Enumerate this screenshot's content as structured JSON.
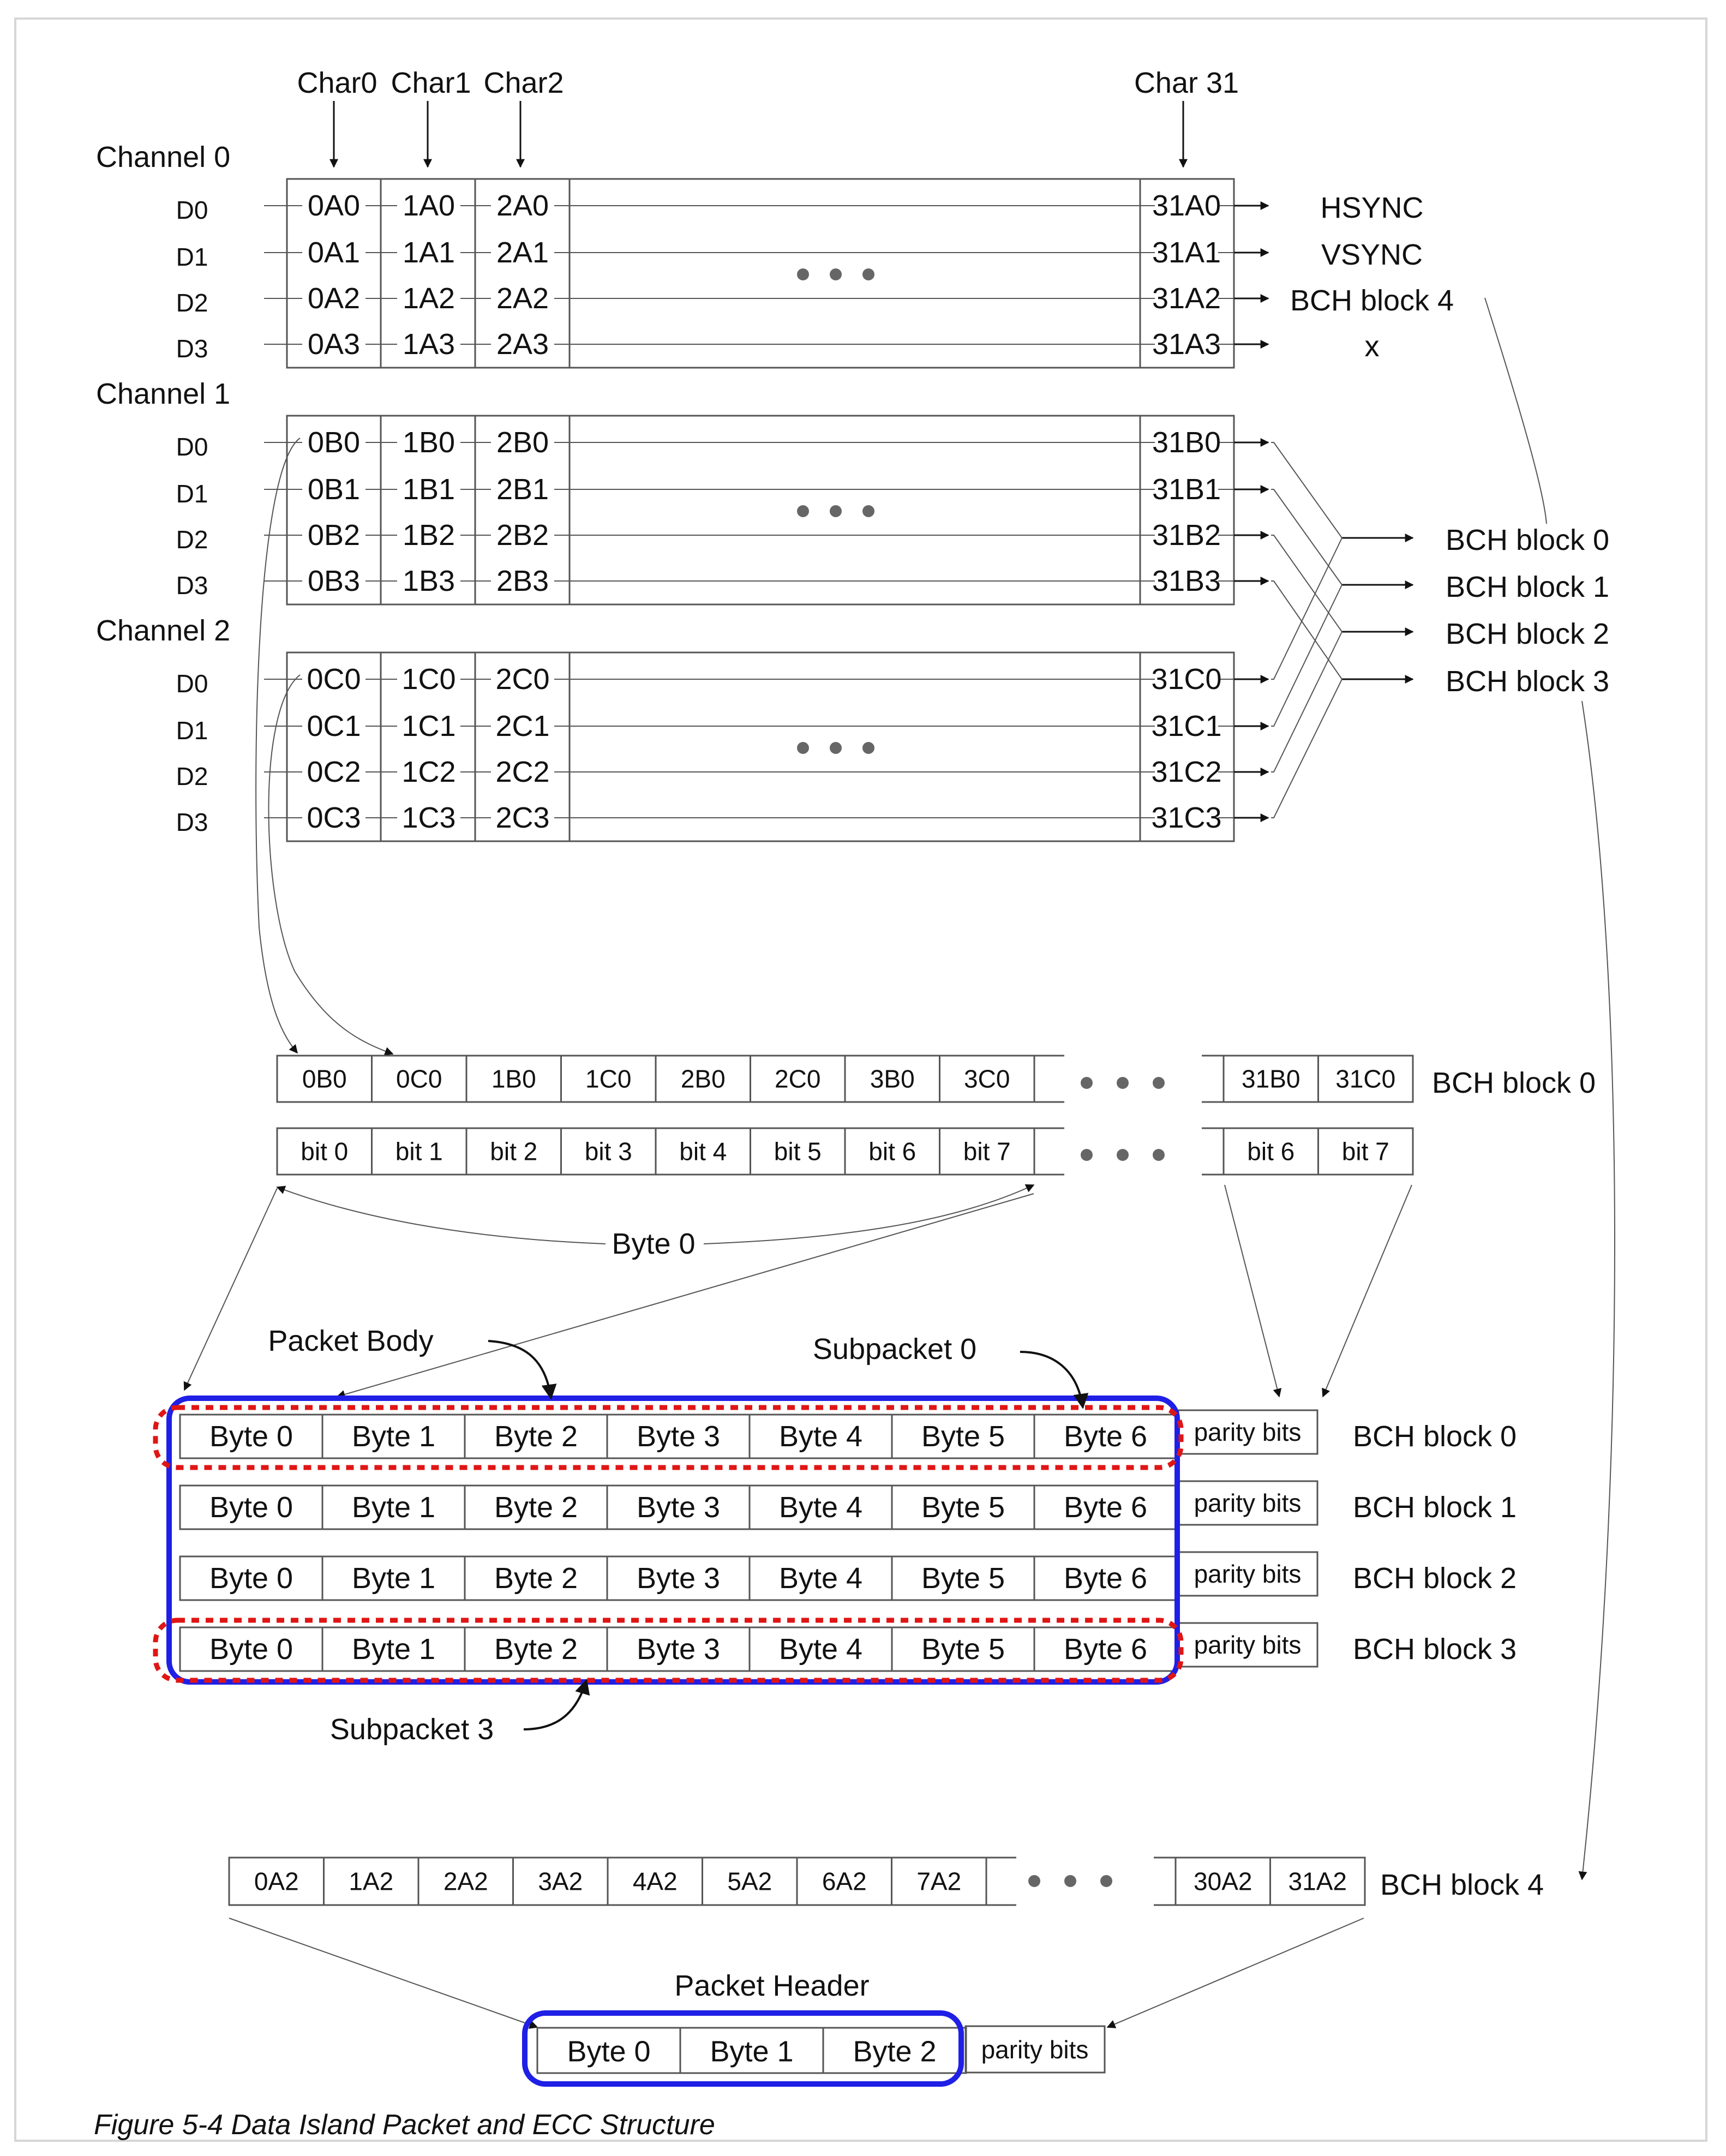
{
  "char_labels": [
    "Char0",
    "Char1",
    "Char2",
    "Char 31"
  ],
  "channels": [
    {
      "name": "Channel 0",
      "lines": [
        "D0",
        "D1",
        "D2",
        "D3"
      ],
      "rows": [
        [
          "0A0",
          "1A0",
          "2A0",
          "31A0"
        ],
        [
          "0A1",
          "1A1",
          "2A1",
          "31A1"
        ],
        [
          "0A2",
          "1A2",
          "2A2",
          "31A2"
        ],
        [
          "0A3",
          "1A3",
          "2A3",
          "31A3"
        ]
      ],
      "outputs": [
        "HSYNC",
        "VSYNC",
        "BCH block 4",
        "x"
      ]
    },
    {
      "name": "Channel 1",
      "lines": [
        "D0",
        "D1",
        "D2",
        "D3"
      ],
      "rows": [
        [
          "0B0",
          "1B0",
          "2B0",
          "31B0"
        ],
        [
          "0B1",
          "1B1",
          "2B1",
          "31B1"
        ],
        [
          "0B2",
          "1B2",
          "2B2",
          "31B2"
        ],
        [
          "0B3",
          "1B3",
          "2B3",
          "31B3"
        ]
      ]
    },
    {
      "name": "Channel 2",
      "lines": [
        "D0",
        "D1",
        "D2",
        "D3"
      ],
      "rows": [
        [
          "0C0",
          "1C0",
          "2C0",
          "31C0"
        ],
        [
          "0C1",
          "1C1",
          "2C1",
          "31C1"
        ],
        [
          "0C2",
          "1C2",
          "2C2",
          "31C2"
        ],
        [
          "0C3",
          "1C3",
          "2C3",
          "31C3"
        ]
      ]
    }
  ],
  "bch_outputs": [
    "BCH block 0",
    "BCH block 1",
    "BCH block 2",
    "BCH block 3"
  ],
  "bch0_row": {
    "cells": [
      "0B0",
      "0C0",
      "1B0",
      "1C0",
      "2B0",
      "2C0",
      "3B0",
      "3C0"
    ],
    "tail": [
      "31B0",
      "31C0"
    ],
    "label": "BCH block 0"
  },
  "bit_row": {
    "cells": [
      "bit 0",
      "bit 1",
      "bit 2",
      "bit 3",
      "bit 4",
      "bit 5",
      "bit 6",
      "bit 7"
    ],
    "tail": [
      "bit 6",
      "bit 7"
    ]
  },
  "byte0_label": "Byte 0",
  "packet_body": {
    "label": "Packet Body",
    "subpacket0_label": "Subpacket 0",
    "subpacket3_label": "Subpacket 3",
    "bytes": [
      "Byte 0",
      "Byte 1",
      "Byte 2",
      "Byte 3",
      "Byte 4",
      "Byte 5",
      "Byte 6"
    ],
    "parity": "parity bits",
    "blocks": [
      "BCH block 0",
      "BCH block 1",
      "BCH block 2",
      "BCH block 3"
    ]
  },
  "bch4_row": {
    "cells": [
      "0A2",
      "1A2",
      "2A2",
      "3A2",
      "4A2",
      "5A2",
      "6A2",
      "7A2"
    ],
    "tail": [
      "30A2",
      "31A2"
    ],
    "label": "BCH block 4"
  },
  "packet_header": {
    "label": "Packet Header",
    "bytes": [
      "Byte 0",
      "Byte 1",
      "Byte 2"
    ],
    "parity": "parity bits"
  },
  "caption": "Figure 5-4 Data Island Packet and ECC Structure",
  "colors": {
    "line": "#555555",
    "text": "#111111",
    "blue_outline": "#1f1fe6",
    "red_dashed": "#e01515",
    "dots": "#666666",
    "frame_shadow": "#d8d8d8"
  }
}
